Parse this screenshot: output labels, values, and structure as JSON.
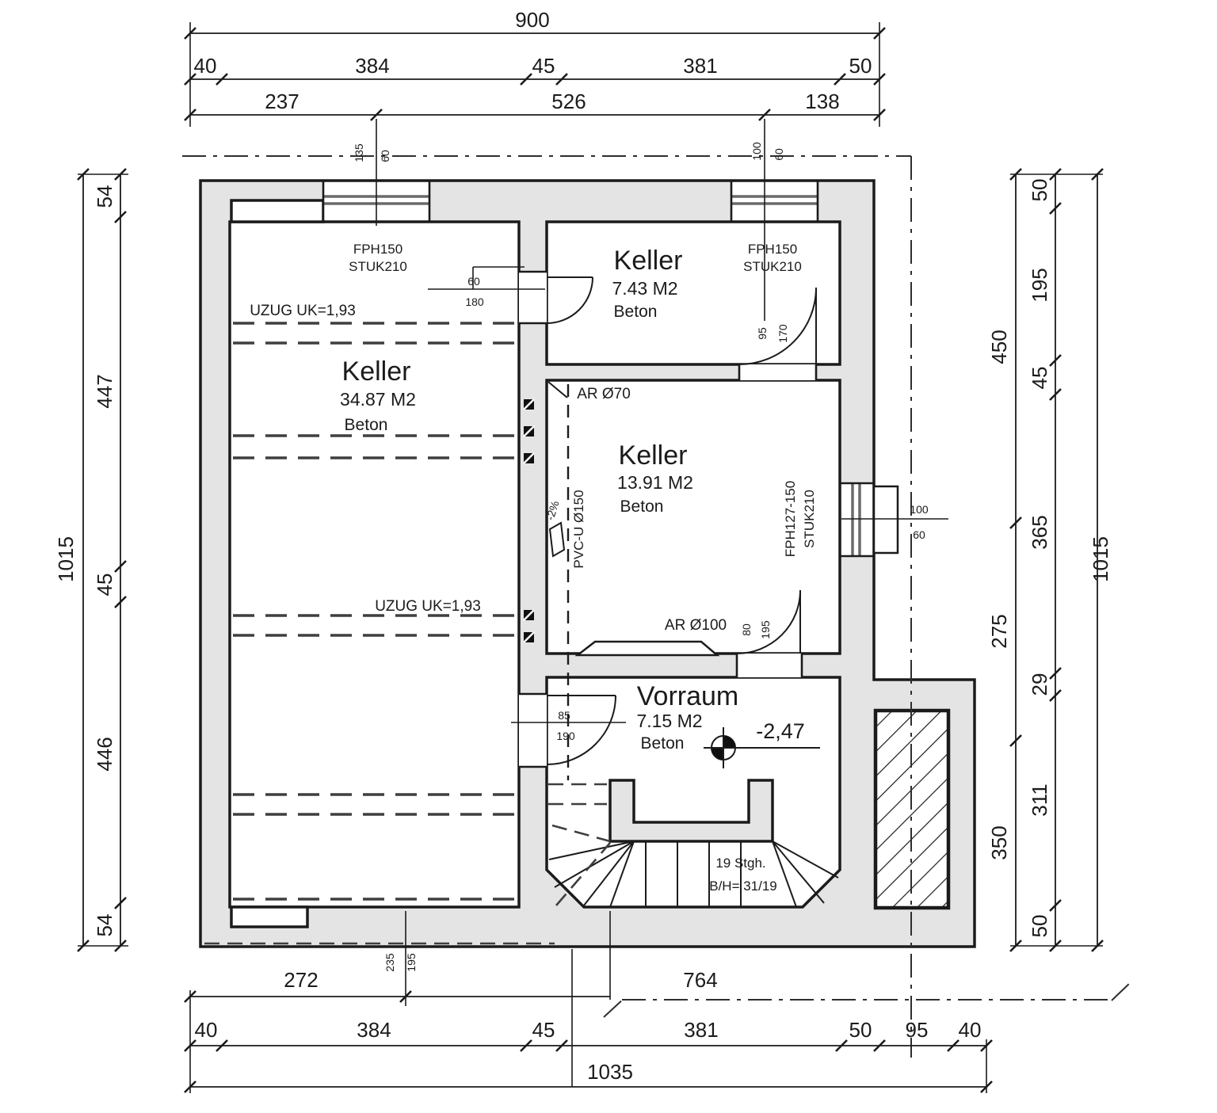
{
  "rooms": [
    {
      "name": "Keller",
      "area": "34.87 M2",
      "material": "Beton"
    },
    {
      "name": "Keller",
      "area": "7.43 M2",
      "material": "Beton"
    },
    {
      "name": "Keller",
      "area": "13.91 M2",
      "material": "Beton"
    },
    {
      "name": "Vorraum",
      "area": "7.15 M2",
      "material": "Beton"
    }
  ],
  "annotations": {
    "uzug_upper": "UZUG UK=1,93",
    "uzug_lower": "UZUG UK=1,93",
    "window_left_line1": "FPH150",
    "window_left_line2": "STUK210",
    "window_right_line1": "FPH150",
    "window_right_line2": "STUK210",
    "window_east_line1": "FPH127-150",
    "window_east_line2": "STUK210",
    "ar70": "AR Ø70",
    "ar100": "AR Ø100",
    "pvc_pipe": "PVC-U Ø150",
    "pvc_slope": "-2%",
    "level_value": "-2,47",
    "stairs_line1": "19 Stgh.",
    "stairs_line2": "B/H= 31/19"
  },
  "dims": {
    "top": {
      "overall": "900",
      "chain1": [
        "40",
        "384",
        "45",
        "381",
        "50"
      ],
      "chain2": [
        "237",
        "526",
        "138"
      ]
    },
    "left": {
      "overall": "1015",
      "chain": [
        "54",
        "447",
        "45",
        "446",
        "54"
      ]
    },
    "right": {
      "overall": "1015",
      "chain_outer": [
        "450",
        "275",
        "350"
      ],
      "chain_inner": [
        "50",
        "195",
        "45",
        "365",
        "29",
        "311",
        "50"
      ]
    },
    "bottom": {
      "seg1": "272",
      "seg2": "764",
      "chain": [
        "40",
        "384",
        "45",
        "381",
        "50",
        "95",
        "40"
      ],
      "overall": "1035"
    },
    "openings": {
      "window_top_left": [
        "135",
        "60"
      ],
      "window_top_right": [
        "100",
        "60"
      ],
      "window_east": [
        "100",
        "60"
      ],
      "door_storage": [
        "60",
        "180"
      ],
      "door_keller_small": [
        "95",
        "170"
      ],
      "door_keller_mid": [
        "80",
        "195"
      ],
      "door_vorraum": [
        "85",
        "190"
      ],
      "bottom_opening": [
        "235",
        "195"
      ]
    }
  },
  "colors": {
    "wall_fill": "#e4e4e4",
    "line": "#1b1b1b",
    "dashed": "#3f3f3f",
    "background": "#ffffff"
  }
}
